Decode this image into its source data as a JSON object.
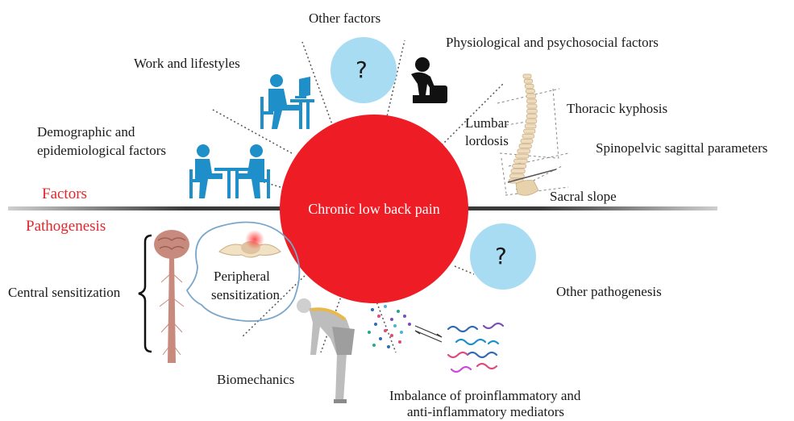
{
  "center": {
    "label": "Chronic low back pain",
    "color": "#ee1c25"
  },
  "sections": {
    "factors": "Factors",
    "pathogenesis": "Pathogenesis"
  },
  "factors": {
    "other": "Other factors",
    "physio": "Physiological and psychosocial factors",
    "work": "Work and lifestyles",
    "demo_line1": "Demographic and",
    "demo_line2": "epidemiological factors",
    "spine": {
      "lumbar_line1": "Lumbar",
      "lumbar_line2": "lordosis",
      "thoracic": "Thoracic kyphosis",
      "sacral": "Sacral slope",
      "spinopelvic": "Spinopelvic sagittal parameters"
    }
  },
  "pathogenesis": {
    "central": "Central sensitization",
    "peripheral_line1": "Peripheral",
    "peripheral_line2": "sensitization",
    "other": "Other pathogenesis",
    "biomechanics": "Biomechanics",
    "imbalance_line1": "Imbalance of proinflammatory and",
    "imbalance_line2": "anti-inflammatory mediators"
  },
  "unknown_symbol": "?",
  "colors": {
    "accent_red": "#e3262b",
    "figure_blue": "#1e8fc9",
    "unknown_bubble": "#a8dcf2",
    "spine_bone": "#eedcbd",
    "nerve": "#c98a7e"
  }
}
